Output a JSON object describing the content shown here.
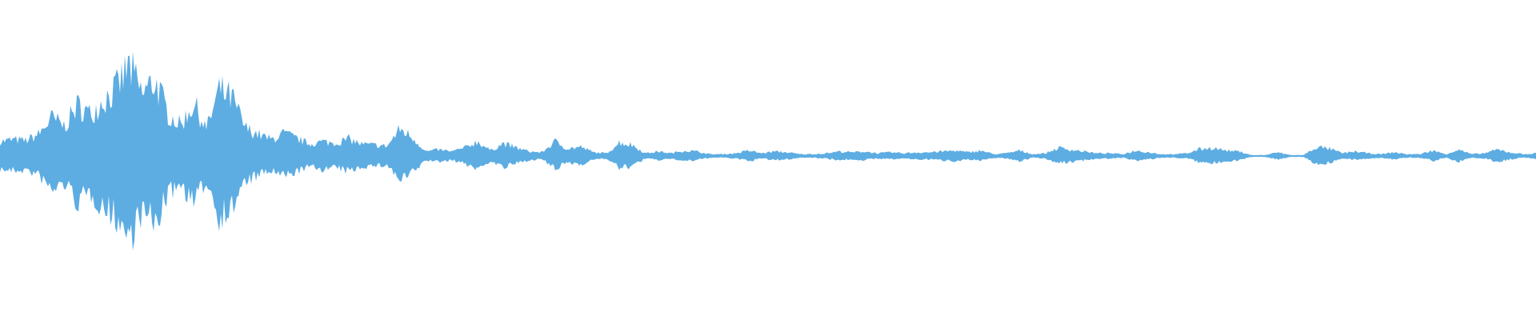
{
  "waveform": {
    "color": "#5dade2",
    "background": "#ffffff",
    "envelope": [
      0.16,
      0.18,
      0.17,
      0.24,
      0.42,
      0.33,
      0.56,
      0.46,
      0.62,
      0.74,
      1.0,
      0.68,
      0.84,
      0.47,
      0.34,
      0.58,
      0.3,
      0.73,
      0.63,
      0.31,
      0.24,
      0.18,
      0.25,
      0.19,
      0.13,
      0.16,
      0.14,
      0.19,
      0.13,
      0.12,
      0.11,
      0.3,
      0.2,
      0.05,
      0.07,
      0.05,
      0.09,
      0.16,
      0.06,
      0.14,
      0.09,
      0.05,
      0.04,
      0.16,
      0.08,
      0.1,
      0.04,
      0.03,
      0.15,
      0.12,
      0.03,
      0.05,
      0.03,
      0.06,
      0.05,
      0.02,
      0.02,
      0.03,
      0.06,
      0.03,
      0.05,
      0.04,
      0.02,
      0.02,
      0.03,
      0.05,
      0.04,
      0.05,
      0.03,
      0.04,
      0.03,
      0.04,
      0.04,
      0.05,
      0.06,
      0.04,
      0.06,
      0.02,
      0.03,
      0.06,
      0.02,
      0.03,
      0.09,
      0.07,
      0.05,
      0.03,
      0.03,
      0.02,
      0.06,
      0.04,
      0.02,
      0.02,
      0.03,
      0.08,
      0.09,
      0.06,
      0.05,
      0.01,
      0.01,
      0.04,
      0.01,
      0.01,
      0.1,
      0.08,
      0.03,
      0.05,
      0.03,
      0.02,
      0.04,
      0.02,
      0.02,
      0.06,
      0.02,
      0.07,
      0.02,
      0.03,
      0.07,
      0.04,
      0.02,
      0.03
    ]
  }
}
